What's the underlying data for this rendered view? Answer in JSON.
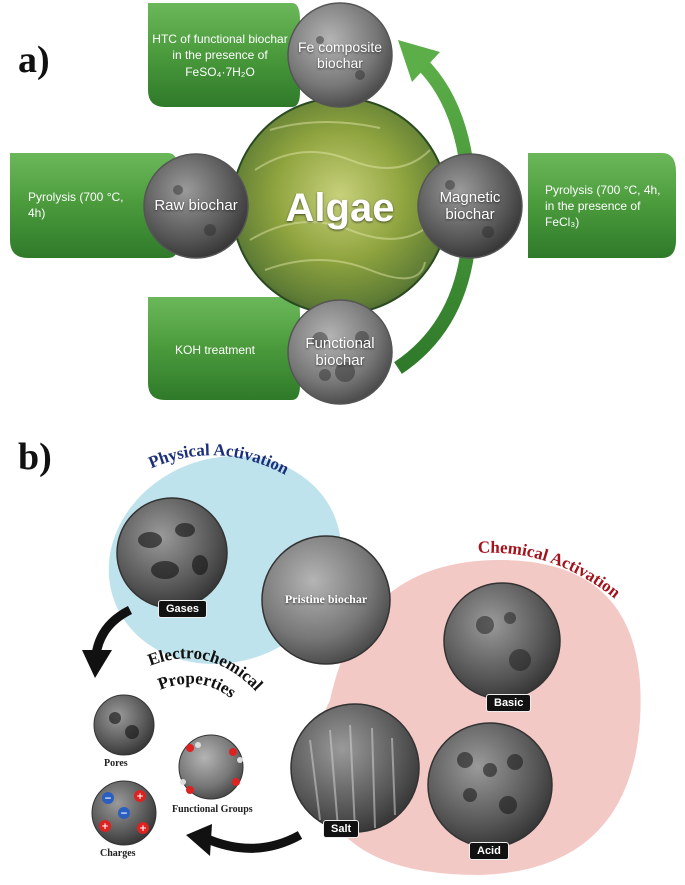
{
  "panel_a": {
    "label": "a)",
    "center_label": "Algae",
    "nodes": [
      {
        "id": "fe",
        "circle_label": "Fe composite biochar",
        "pill_text": "HTC of functional biochar in the presence of FeSO₄·7H₂O"
      },
      {
        "id": "raw",
        "circle_label": "Raw biochar",
        "pill_text": "Pyrolysis (700 °C, 4h)"
      },
      {
        "id": "magnetic",
        "circle_label": "Magnetic biochar",
        "pill_text": "Pyrolysis (700 °C, 4h, in the presence of FeCl₃)"
      },
      {
        "id": "functional",
        "circle_label": "Functional biochar",
        "pill_text": "KOH treatment"
      }
    ]
  },
  "panel_b": {
    "label": "b)",
    "physical_title": "Physical Activation",
    "chemical_title": "Chemical Activation",
    "electro_title": "Electrochemical Properties",
    "center_label": "Pristine biochar",
    "tags": {
      "gases": "Gases",
      "basic": "Basic",
      "salt": "Salt",
      "acid": "Acid"
    },
    "properties": {
      "pores": "Pores",
      "functional_groups": "Functional Groups",
      "charges": "Charges"
    }
  },
  "colors": {
    "green": "#4a9a3c",
    "green_dark": "#2f7a2a",
    "physical_blue": "#bfe3ec",
    "chemical_pink": "#f3c9c6",
    "physical_text": "#1c2f7a",
    "chemical_text": "#a3131b"
  }
}
